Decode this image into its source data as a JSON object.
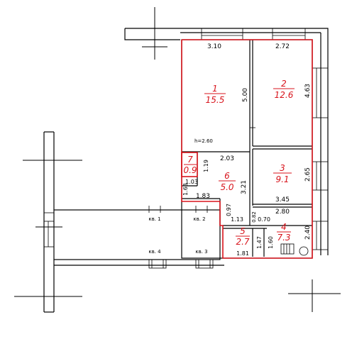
{
  "rooms": [
    {
      "number": "1",
      "area": "15.5"
    },
    {
      "number": "2",
      "area": "12.6"
    },
    {
      "number": "3",
      "area": "9.1"
    },
    {
      "number": "4",
      "area": "7.3"
    },
    {
      "number": "5",
      "area": "2.7"
    },
    {
      "number": "6",
      "area": "5.0"
    },
    {
      "number": "7",
      "area": "0.9"
    }
  ],
  "dimensions": {
    "d310": "3.10",
    "d272": "2.72",
    "d500": "5.00",
    "d463": "4.63",
    "h": "h=2.60",
    "d203": "2.03",
    "d119": "1.19",
    "d103": "1.03",
    "d163": "1.63",
    "d321": "3.21",
    "d265": "2.65",
    "d345": "3.45",
    "d183": "1.83",
    "d280": "2.80",
    "d097": "0.97",
    "d113": "1.13",
    "d070": "0.70",
    "d082": "0.82",
    "d240": "2.40",
    "d147": "1.47",
    "d160": "1.60",
    "d181": "1.81"
  },
  "axes": {
    "a1": "кв. 1",
    "a2": "кв. 2",
    "a3": "кв. 3",
    "a4": "кв. 4"
  },
  "colors": {
    "highlight": "#d8141c",
    "line": "#000000"
  }
}
